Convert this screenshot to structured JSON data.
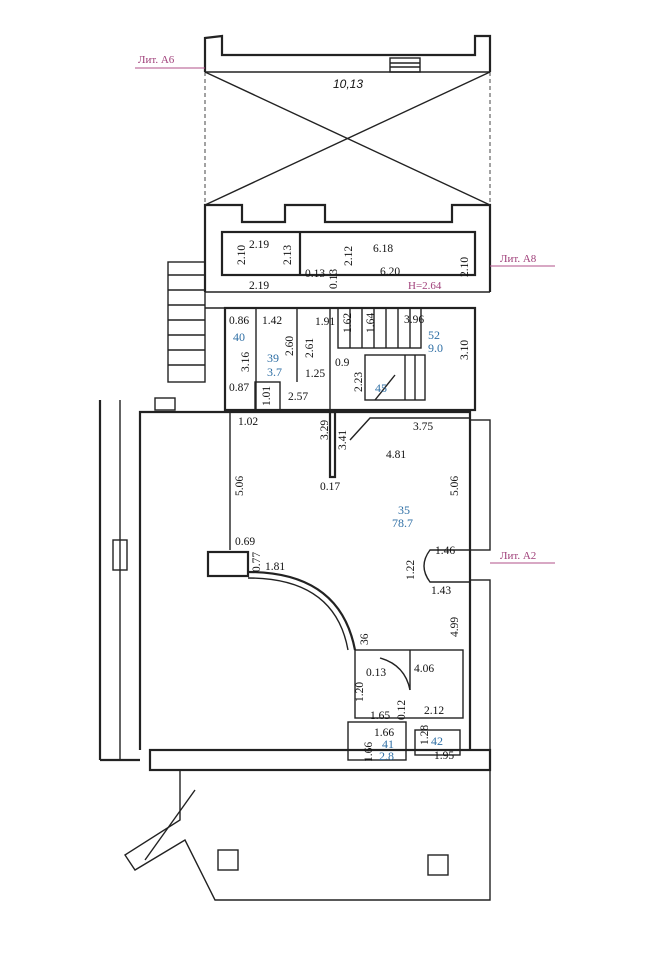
{
  "plan": {
    "overall_width": "10,13",
    "height_label": "H=2.64",
    "lit_labels": [
      "Лит. А6",
      "Лит. А8",
      "Лит. А2"
    ],
    "rooms": [
      {
        "number": "40",
        "area": ""
      },
      {
        "number": "39",
        "area": "3.7"
      },
      {
        "number": "52",
        "area": "9.0"
      },
      {
        "number": "45",
        "area": ""
      },
      {
        "number": "35",
        "area": "78.7"
      },
      {
        "number": "41",
        "area": "2.8"
      },
      {
        "number": "42",
        "area": ""
      }
    ],
    "dimensions": [
      "2.19",
      "2.10",
      "2.13",
      "2.19",
      "0.13",
      "0.13",
      "2.12",
      "6.18",
      "6.20",
      "2.10",
      "0.86",
      "1.42",
      "1.91",
      "1.62",
      "1.64",
      "3.96",
      "3.16",
      "2.60",
      "2.61",
      "0.9",
      "3.10",
      "0.87",
      "1.01",
      "2.57",
      "2.23",
      "1.25",
      "1.02",
      "3.29",
      "3.41",
      "3.75",
      "4.81",
      "0.17",
      "5.06",
      "5.06",
      "0.69",
      "0.77",
      "1.81",
      "1.46",
      "1.22",
      "1.43",
      "4.99",
      "36",
      "0.13",
      "4.06",
      "1.20",
      "0.12",
      "1.65",
      "2.12",
      "1.66",
      "1.66",
      "1.28",
      "1.95"
    ]
  }
}
